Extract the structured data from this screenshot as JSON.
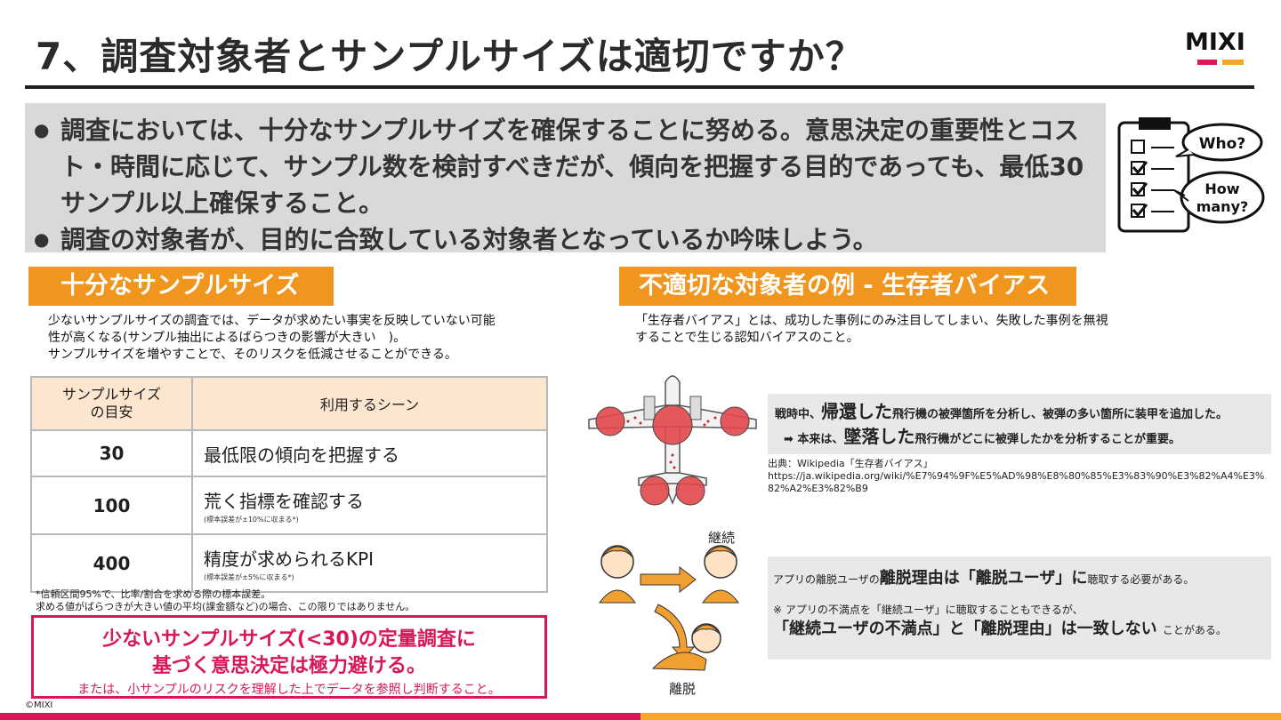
{
  "title": "7、調査対象者とサンプルサイズは適切ですか？",
  "logo": {
    "text": "MIXI",
    "colors": {
      "pink": "#e5145a",
      "orange": "#f5a623"
    }
  },
  "summary": {
    "bullets": [
      "調査においては、十分なサンプルサイズを確保することに努める。意思決定の重要性とコスト・時間に応じて、サンプル数を検討すべきだが、傾向を把握する目的であっても、最低30サンプル以上確保すること。",
      "調査の対象者が、目的に合致している対象者となっているか吟味しよう。"
    ],
    "clip_art": {
      "icon": "clipboard-checklist-icon",
      "bubble1": "Who?",
      "bubble2_line1": "How",
      "bubble2_line2": "many?"
    }
  },
  "left": {
    "header": "十分なサンプルサイズ",
    "desc": [
      "少ないサンプルサイズの調査では、データが求めたい事実を反映していない可能",
      "性が高くなる(サンプル抽出によるばらつきの影響が大きい　)。",
      "サンプルサイズを増やすことで、そのリスクを低減させることができる。"
    ],
    "table": {
      "col1_header_line1": "サンプルサイズ",
      "col1_header_line2": "の目安",
      "col2_header": "利用するシーン",
      "rows": [
        {
          "size": "30",
          "scene": "最低限の傾向を把握する",
          "note": ""
        },
        {
          "size": "100",
          "scene": "荒く指標を確認する",
          "note": "(標本誤差が±10%に収まる*)"
        },
        {
          "size": "400",
          "scene": "精度が求められるKPI",
          "note": "(標本誤差が±5%に収まる*)"
        }
      ]
    },
    "footnote1": "*信頼区間95%で、比率/割合を求める際の標本誤差。",
    "footnote2": "求める値がばらつきが大きい値の平均(課金額など)の場合、この限りではありません。",
    "warning": {
      "line1": "少ないサンプルサイズ(<30)の定量調査に",
      "line2": "基づく意思決定は極力避ける。",
      "sub": "または、小サンプルのリスクを理解した上でデータを参照し判断すること。"
    }
  },
  "right": {
    "header": "不適切な対象者の例 - 生存者バイアス",
    "desc": [
      "「生存者バイアス」とは、成功した事例にのみ注目してしまい、失敗した事例を無視",
      "することで生じる認知バイアスのこと。"
    ],
    "fact": {
      "l1_pre": "戦時中、",
      "l1_big": "帰還した",
      "l1_post": "飛行機の被弾箇所を分析し、被弾の多い箇所に装甲を追加した。",
      "l2_pre": "➡ 本来は、",
      "l2_big": "墜落した",
      "l2_post": "飛行機がどこに被弾したかを分析することが重要。"
    },
    "source_label": "出典：Wikipedia「生存者バイアス」",
    "source_url": "https://ja.wikipedia.org/wiki/%E7%94%9F%E5%AD%98%E8%80%85%E3%83%90%E3%82%A4%E3%82%A2%E3%82%B9",
    "label_continue": "継続",
    "label_leave": "離脱",
    "reason": {
      "l1_pre": "アプリの離脱ユーザの",
      "l1_bold": "離脱理由は「離脱ユーザ」に",
      "l1_post": "聴取する必要がある。",
      "l2": "※ アプリの不満点を「継続ユーザ」に聴取することもできるが、",
      "l3_bold": "「継続ユーザの不満点」と「離脱理由」は一致しない",
      "l3_small": "ことがある。"
    }
  },
  "copyright": "©MIXI"
}
